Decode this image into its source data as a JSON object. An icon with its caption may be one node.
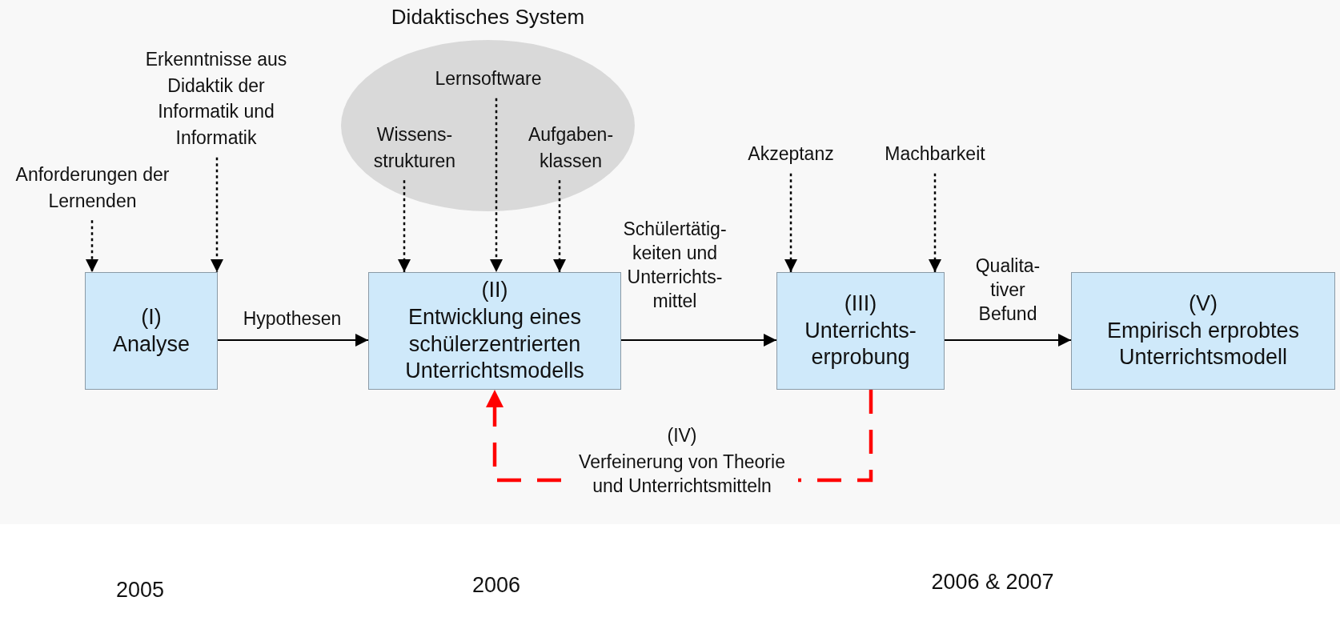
{
  "diagram": {
    "nodes": [
      {
        "text": [
          "Didaktisches System"
        ]
      },
      {
        "text": [
          "Lernsoftware"
        ],
        "in": 0
      },
      {
        "text": [
          "Wissens- strukturen"
        ],
        "in": 0
      },
      {
        "text": [
          "Aufgaben- klassen"
        ],
        "in": 0
      },
      {
        "text": [
          "Erkenntnisse aus Didaktik der Informatik und Informatik"
        ]
      },
      {
        "text": [
          "Anforderungen der Lernenden"
        ]
      },
      {
        "text": [
          "Akzeptanz"
        ]
      },
      {
        "text": [
          "Machbarkeit"
        ]
      },
      {
        "text": [
          "(I)",
          "Analyse"
        ]
      },
      {
        "text": [
          "(II)",
          "Entwicklung eines schülerzentrierten Unterrichtsmodells"
        ]
      },
      {
        "text": [
          "(III)",
          "Unterrichts- erprobung"
        ]
      },
      {
        "text": [
          "(V)",
          "Empirisch erprobtes Unterrichtsmodell"
        ]
      }
    ],
    "edges": [
      {
        "from": 5,
        "to": 8,
        "arrow": "to",
        "style": "dashed"
      },
      {
        "from": 4,
        "to": 8,
        "arrow": "to",
        "style": "dashed"
      },
      {
        "from": 2,
        "to": 9,
        "arrow": "to",
        "style": "dashed"
      },
      {
        "from": 1,
        "to": 9,
        "arrow": "to",
        "style": "dashed"
      },
      {
        "from": 3,
        "to": 9,
        "arrow": "to",
        "style": "dashed"
      },
      {
        "from": 6,
        "to": 10,
        "arrow": "to",
        "style": "dashed"
      },
      {
        "from": 7,
        "to": 10,
        "arrow": "to",
        "style": "dashed"
      },
      {
        "from": 8,
        "to": 9,
        "arrow": "to",
        "label": "Hypothesen"
      },
      {
        "from": 9,
        "to": 10,
        "arrow": "to",
        "label": "Schülertätig- keiten und Unterrichts- mittel"
      },
      {
        "from": 10,
        "to": 11,
        "arrow": "to",
        "label": "Qualita- tiver Befund"
      },
      {
        "from": 10,
        "to": 9,
        "arrow": "to",
        "style": "dashed",
        "color": "#ff0000",
        "label": "Verfeinerung von Theorie und Unterrichtsmitteln"
      }
    ],
    "labels": [
      "(IV)",
      "2005",
      "2006",
      "2006 & 2007"
    ]
  }
}
